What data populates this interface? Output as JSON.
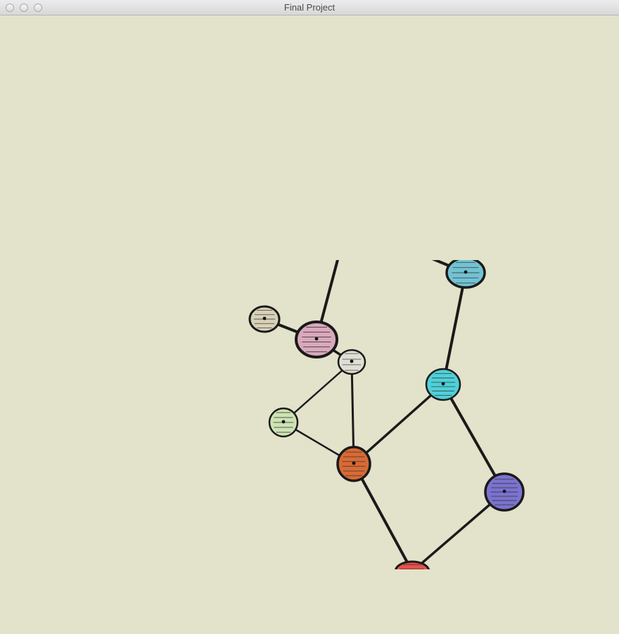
{
  "window": {
    "title": "Final Project",
    "buttons": [
      "close",
      "minimize",
      "zoom"
    ]
  },
  "graph": {
    "background_color": "#e3e2ca",
    "edge_color": "#1a1a1a",
    "nodes": [
      {
        "id": "teal-top",
        "color": "#72c2d2"
      },
      {
        "id": "beige",
        "color": "#d8d1b8"
      },
      {
        "id": "pink",
        "color": "#d9a8bb"
      },
      {
        "id": "light-grey",
        "color": "#e0dfd5"
      },
      {
        "id": "cyan",
        "color": "#4fd0d8"
      },
      {
        "id": "light-green",
        "color": "#cde3b4"
      },
      {
        "id": "orange",
        "color": "#d86a35"
      },
      {
        "id": "purple",
        "color": "#7b73cf"
      },
      {
        "id": "red",
        "color": "#e8504a"
      }
    ],
    "edges": [
      [
        "pink",
        "beige"
      ],
      [
        "pink",
        "light-grey"
      ],
      [
        "light-grey",
        "light-green"
      ],
      [
        "light-grey",
        "orange"
      ],
      [
        "light-green",
        "orange"
      ],
      [
        "orange",
        "cyan"
      ],
      [
        "orange",
        "red"
      ],
      [
        "cyan",
        "teal-top"
      ],
      [
        "cyan",
        "purple"
      ],
      [
        "purple",
        "red"
      ]
    ]
  }
}
